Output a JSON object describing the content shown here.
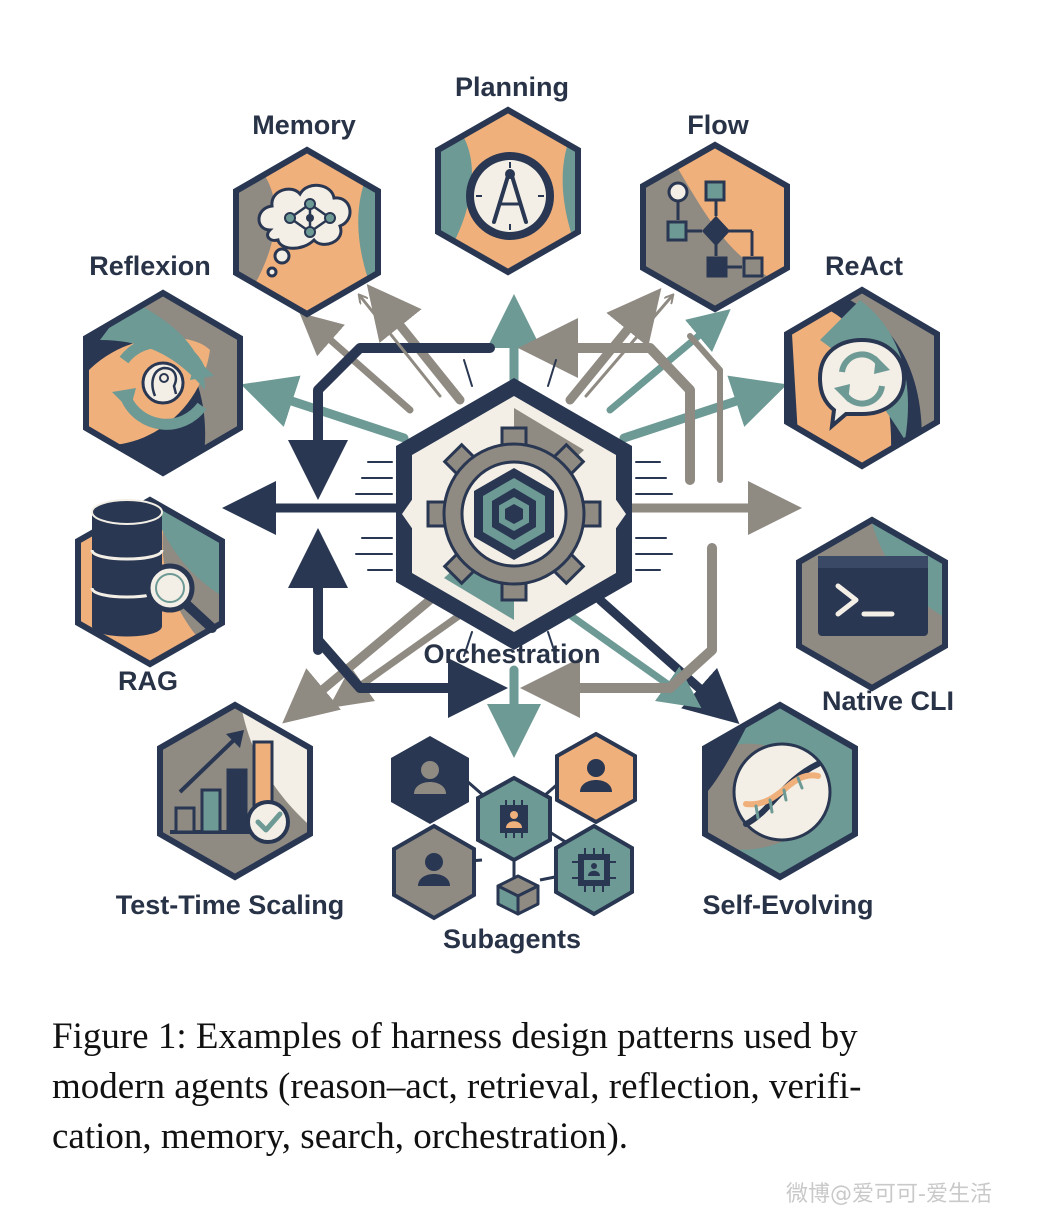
{
  "diagram": {
    "center_label": "Orchestration",
    "nodes": {
      "planning": "Planning",
      "memory": "Memory",
      "flow": "Flow",
      "reflexion": "Reflexion",
      "react": "ReAct",
      "rag": "RAG",
      "native_cli": "Native CLI",
      "test_time_scaling": "Test-Time Scaling",
      "self_evolving": "Self-Evolving",
      "subagents": "Subagents"
    },
    "colors": {
      "navy": "#293752",
      "teal": "#6d9a95",
      "orange": "#eeae7b",
      "gray": "#8f8a82",
      "cream": "#f3efe6"
    }
  },
  "caption": {
    "line1": "Figure 1: Examples of harness design patterns used by",
    "line2": "modern agents (reason–act, retrieval, reflection, verifi-",
    "line3": "cation, memory, search, orchestration)."
  },
  "watermark": "微博@爱可可-爱生活"
}
